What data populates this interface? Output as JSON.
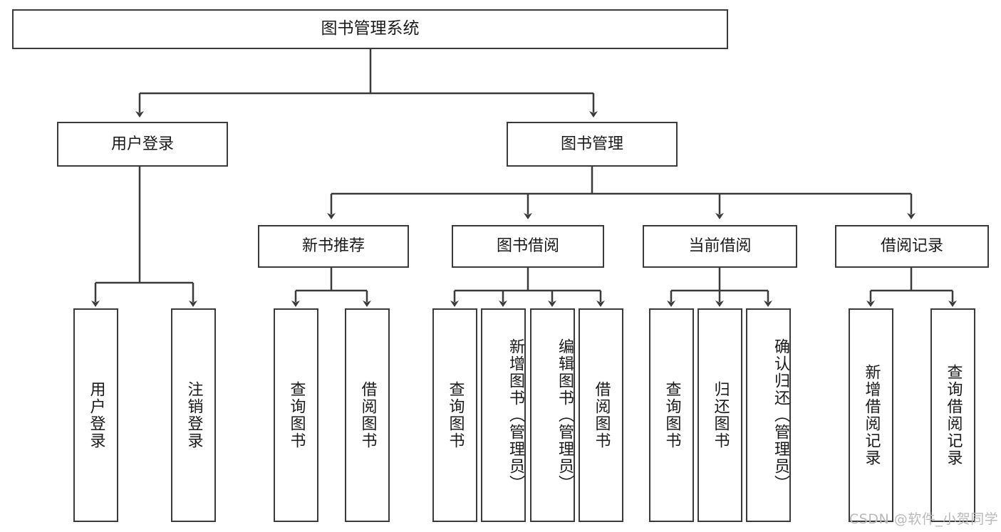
{
  "diagram": {
    "type": "hierarchy-tree",
    "title": "图书管理系统",
    "levels": 4,
    "root": {
      "id": "root",
      "label": "图书管理系统"
    },
    "level2": [
      {
        "id": "user-login",
        "label": "用户登录"
      },
      {
        "id": "book-manage",
        "label": "图书管理"
      }
    ],
    "level3": [
      {
        "id": "new-book-recommend",
        "label": "新书推荐",
        "parent": "book-manage"
      },
      {
        "id": "book-borrow",
        "label": "图书借阅",
        "parent": "book-manage"
      },
      {
        "id": "current-borrow",
        "label": "当前借阅",
        "parent": "book-manage"
      },
      {
        "id": "borrow-record",
        "label": "借阅记录",
        "parent": "book-manage"
      }
    ],
    "leaves": [
      {
        "id": "leaf-user-login",
        "label": "用户登录",
        "parent": "user-login"
      },
      {
        "id": "leaf-user-logout",
        "label": "注销登录",
        "parent": "user-login"
      },
      {
        "id": "leaf-query-book-1",
        "label": "查询图书",
        "parent": "new-book-recommend"
      },
      {
        "id": "leaf-borrow-book-1",
        "label": "借阅图书",
        "parent": "new-book-recommend"
      },
      {
        "id": "leaf-query-book-2",
        "label": "查询图书",
        "parent": "book-borrow"
      },
      {
        "id": "leaf-add-book",
        "label": "新增图书（管理员）",
        "parent": "book-borrow"
      },
      {
        "id": "leaf-edit-book",
        "label": "编辑图书（管理员）",
        "parent": "book-borrow"
      },
      {
        "id": "leaf-borrow-book-2",
        "label": "借阅图书",
        "parent": "book-borrow"
      },
      {
        "id": "leaf-query-book-3",
        "label": "查询图书",
        "parent": "current-borrow"
      },
      {
        "id": "leaf-return-book",
        "label": "归还图书",
        "parent": "current-borrow"
      },
      {
        "id": "leaf-confirm-return",
        "label": "确认归还（管理员）",
        "parent": "current-borrow"
      },
      {
        "id": "leaf-add-record",
        "label": "新增借阅记录",
        "parent": "borrow-record"
      },
      {
        "id": "leaf-query-record",
        "label": "查询借阅记录",
        "parent": "borrow-record"
      }
    ]
  },
  "watermark": {
    "text": "CSDN @软件_小贺同学"
  },
  "colors": {
    "stroke": "#3a3a3a",
    "background": "#ffffff",
    "text": "#1a1a1a",
    "watermark": "#b9b9b9"
  }
}
